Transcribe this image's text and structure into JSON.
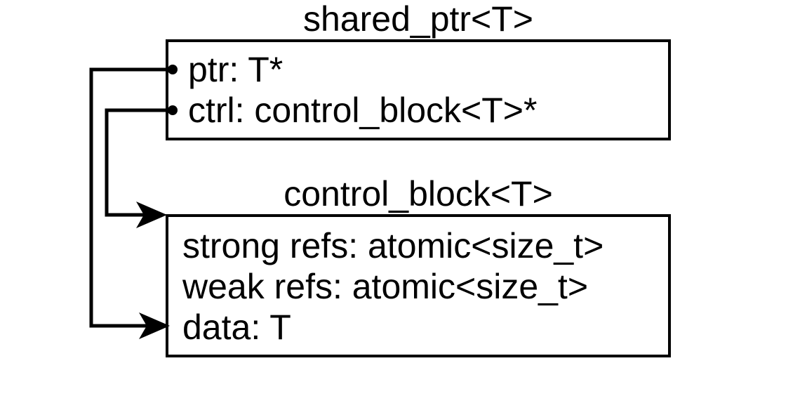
{
  "diagram": {
    "shared_ptr_box": {
      "title": "shared_ptr<T>",
      "fields": [
        "ptr: T*",
        "ctrl: control_block<T>*"
      ]
    },
    "control_block_box": {
      "title": "control_block<T>",
      "fields": [
        "strong refs: atomic<size_t>",
        "weak refs: atomic<size_t>",
        "data: T"
      ]
    },
    "connectors": [
      {
        "from": "shared_ptr.ptr",
        "to": "control_block.data",
        "style": "elbow-arrow"
      },
      {
        "from": "shared_ptr.ctrl",
        "to": "control_block",
        "style": "elbow-arrow"
      }
    ],
    "colors": {
      "stroke": "#000000",
      "background": "#ffffff"
    }
  }
}
